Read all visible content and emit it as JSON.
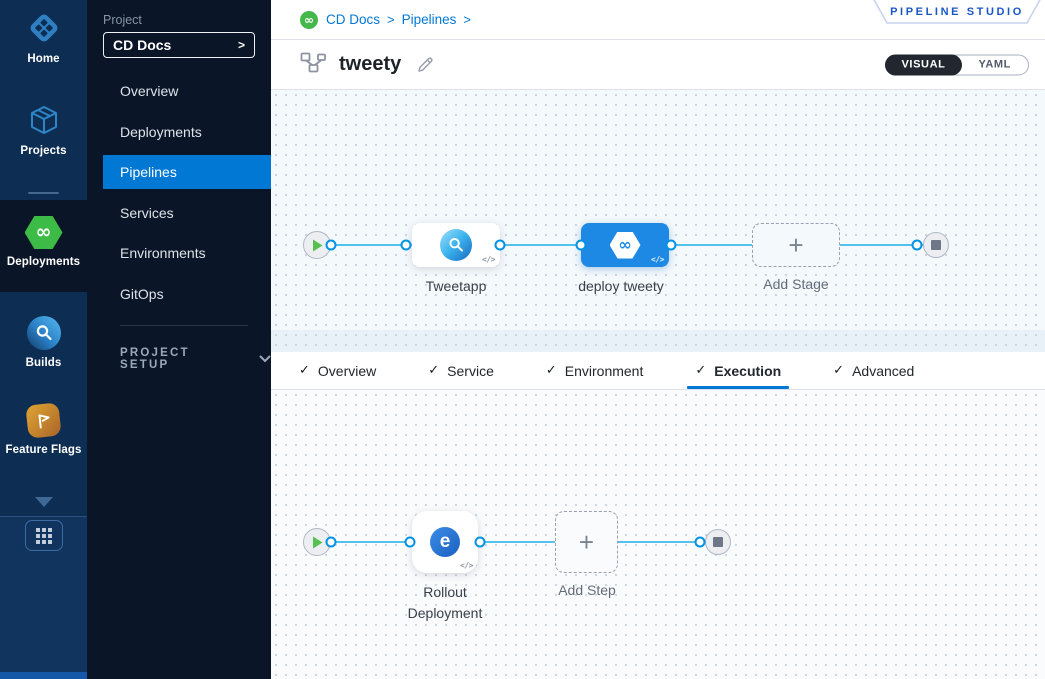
{
  "icons": {
    "check": "✓",
    "plus": "+",
    "code": "</>",
    "infinity": "∞",
    "chevron_right": ">",
    "breadcrumb_sep": ">",
    "rollout_glyph": "e"
  },
  "rail": {
    "items": [
      {
        "label": "Home"
      },
      {
        "label": "Projects"
      },
      {
        "label": "Deployments",
        "active": true
      },
      {
        "label": "Builds"
      },
      {
        "label": "Feature Flags"
      }
    ]
  },
  "sidebar": {
    "project_label": "Project",
    "project_name": "CD Docs",
    "menu": [
      {
        "label": "Overview"
      },
      {
        "label": "Deployments"
      },
      {
        "label": "Pipelines",
        "active": true
      },
      {
        "label": "Services"
      },
      {
        "label": "Environments"
      },
      {
        "label": "GitOps"
      }
    ],
    "project_setup": "PROJECT SETUP"
  },
  "header": {
    "breadcrumb": {
      "items": [
        {
          "label": "CD Docs"
        },
        {
          "label": "Pipelines"
        }
      ]
    },
    "studio_badge": "PIPELINE STUDIO",
    "pipeline_name": "tweety",
    "view_toggle": {
      "options": [
        {
          "label": "VISUAL"
        },
        {
          "label": "YAML"
        }
      ],
      "selected": "VISUAL"
    }
  },
  "stage_canvas": {
    "stages": [
      {
        "label": "Tweetapp",
        "type": "deploy-stage"
      },
      {
        "label": "deploy tweety",
        "type": "deploy-stage",
        "selected": true
      },
      {
        "label": "Add Stage",
        "type": "add"
      }
    ]
  },
  "tabs": {
    "items": [
      {
        "label": "Overview",
        "checked": true
      },
      {
        "label": "Service",
        "checked": true
      },
      {
        "label": "Environment",
        "checked": true
      },
      {
        "label": "Execution",
        "checked": true
      },
      {
        "label": "Advanced",
        "checked": true
      }
    ],
    "active": "Execution"
  },
  "execution_canvas": {
    "steps": [
      {
        "label": "Rollout Deployment",
        "type": "step"
      },
      {
        "label": "Add Step",
        "type": "add"
      }
    ]
  },
  "colors": {
    "accent_blue": "#0278d5",
    "node_blue": "#1e88e5",
    "line_blue": "#54c0ec",
    "green": "#3cbc46",
    "rail_bg": "#0d2d52",
    "sidebar_bg": "#0a1627"
  }
}
